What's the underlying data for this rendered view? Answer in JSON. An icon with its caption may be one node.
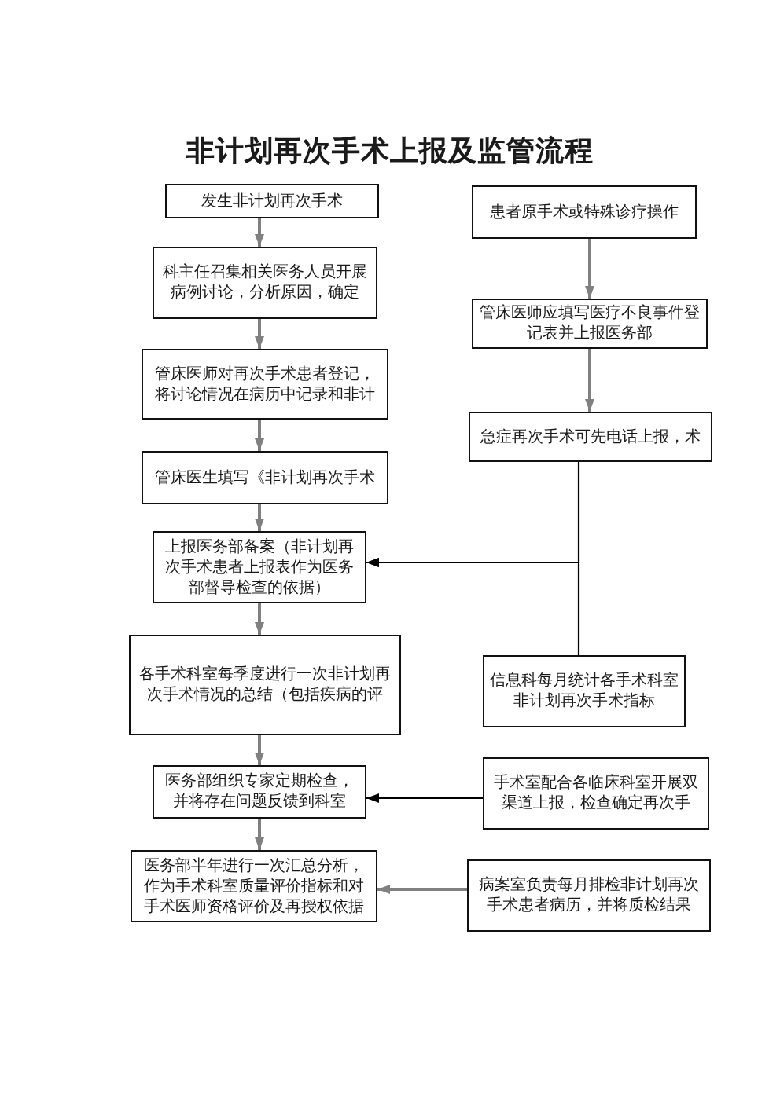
{
  "diagram": {
    "title": "非计划再次手术上报及监管流程",
    "nodes": [
      {
        "text": [
          "发生非计划再次手术"
        ]
      },
      {
        "text": [
          "科主任召集相关医务人员开展病例讨论，分析原因，确定"
        ]
      },
      {
        "text": [
          "管床医师对再次手术患者登记，将讨论情况在病历中记录和非计"
        ]
      },
      {
        "text": [
          "管床医生填写《非计划再次手术"
        ]
      },
      {
        "text": [
          "上报医务部备案（非计划再次手术患者上报表作为医务部督导检查的依据）"
        ]
      },
      {
        "text": [
          "各手术科室每季度进行一次非计划再次手术情况的总结（包括疾病的评"
        ]
      },
      {
        "text": [
          "医务部组织专家定期检查，并将存在问题反馈到科室"
        ]
      },
      {
        "text": [
          "医务部半年进行一次汇总分析，作为手术科室质量评价指标和对手术医师资格评价及再授权依据"
        ]
      },
      {
        "text": [
          "患者原手术或特殊诊疗操作"
        ]
      },
      {
        "text": [
          "管床医师应填写医疗不良事件登记表并上报医务部"
        ]
      },
      {
        "text": [
          "急症再次手术可先电话上报，术"
        ]
      },
      {
        "text": [
          "信息科每月统计各手术科室非计划再次手术指标"
        ]
      },
      {
        "text": [
          "手术室配合各临床科室开展双渠道上报，检查确定再次手"
        ]
      },
      {
        "text": [
          "病案室负责每月排检非计划再次手术患者病历，并将质检结果"
        ]
      }
    ],
    "edges": [
      {
        "from": 0,
        "to": 1,
        "arrow": "to"
      },
      {
        "from": 1,
        "to": 2,
        "arrow": "to"
      },
      {
        "from": 2,
        "to": 3,
        "arrow": "to"
      },
      {
        "from": 3,
        "to": 4,
        "arrow": "to"
      },
      {
        "from": 4,
        "to": 5,
        "arrow": "to"
      },
      {
        "from": 5,
        "to": 6,
        "arrow": "to"
      },
      {
        "from": 6,
        "to": 7,
        "arrow": "to"
      },
      {
        "from": 8,
        "to": 9,
        "arrow": "to"
      },
      {
        "from": 9,
        "to": 10,
        "arrow": "to"
      },
      {
        "from": 10,
        "to": 4,
        "arrow": "to",
        "color": "#000000"
      },
      {
        "from": 11,
        "to": 4,
        "arrow": "to",
        "color": "#000000"
      },
      {
        "from": 12,
        "to": 6,
        "arrow": "to",
        "color": "#000000"
      },
      {
        "from": 13,
        "to": 7,
        "arrow": "to"
      }
    ]
  }
}
